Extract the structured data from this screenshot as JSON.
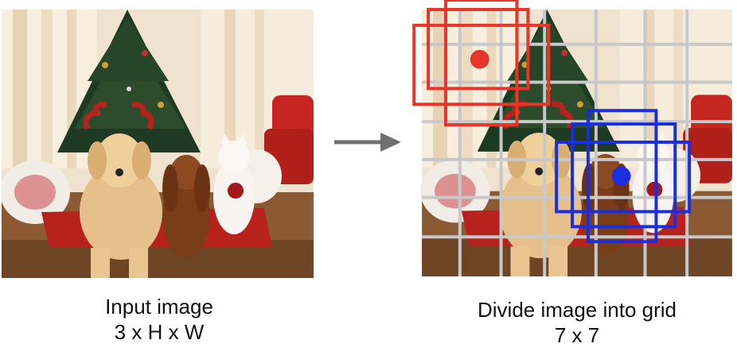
{
  "left": {
    "caption_line1": "Input image",
    "caption_line2": "3 x H x W"
  },
  "right": {
    "caption_line1": "Divide image into grid",
    "caption_line2": "7 x 7",
    "grid": {
      "rows": 7,
      "cols": 7,
      "color": "#c8c8c8"
    },
    "highlight_colors": {
      "red": "#e8352a",
      "blue": "#1a2ee0"
    }
  },
  "arrow": {
    "color": "#6f6f6f"
  }
}
